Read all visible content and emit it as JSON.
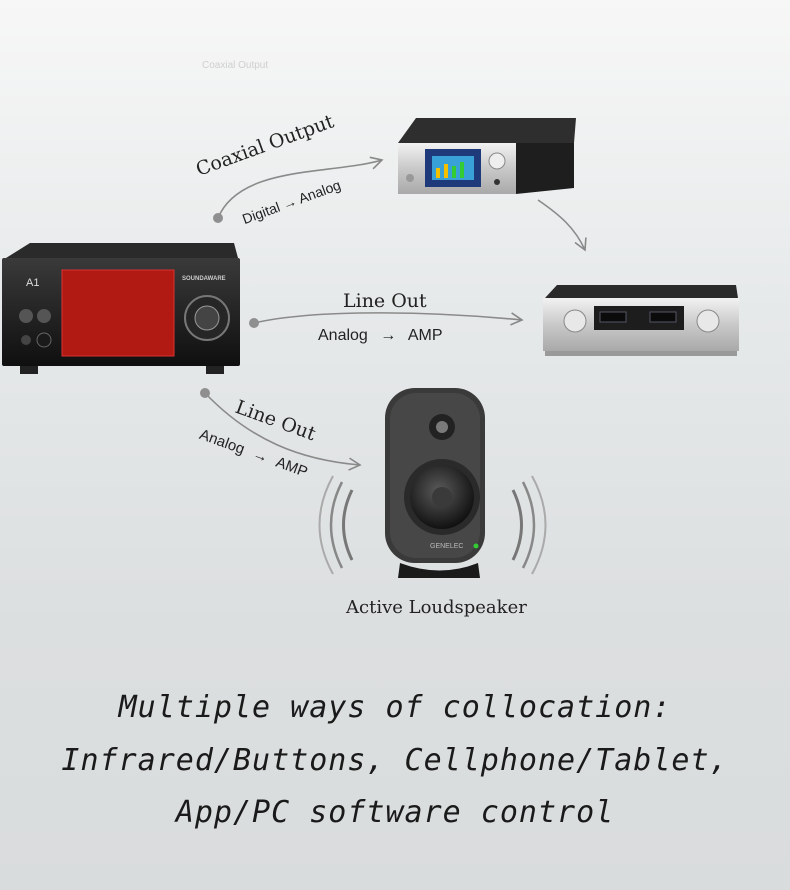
{
  "watermark": "Coaxial Output",
  "routes": {
    "coaxial": {
      "title": "Coaxial Output",
      "subtitle_from": "Digital",
      "subtitle_to": "Analog"
    },
    "line_out_amp": {
      "title": "Line Out",
      "subtitle_from": "Analog",
      "subtitle_to": "AMP"
    },
    "line_out_speaker": {
      "title": "Line Out",
      "subtitle_from": "Analog",
      "subtitle_to": "AMP"
    }
  },
  "devices": {
    "source_player": {
      "model": "A1",
      "brand": "SOUNDAWARE"
    },
    "speaker": {
      "brand": "GENELEC",
      "label": "Active Loudspeaker"
    }
  },
  "caption": {
    "line1": "Multiple ways of collocation:",
    "line2": "Infrared/Buttons, Cellphone/Tablet,",
    "line3": "App/PC software control"
  }
}
